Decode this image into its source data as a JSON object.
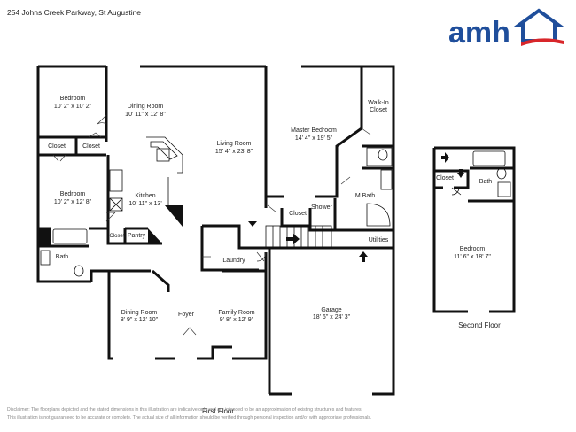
{
  "header": {
    "address": "254 Johns Creek Parkway, St Augustine"
  },
  "logo": {
    "text": "amh",
    "color": "#1f4e9b",
    "accent": "#d8262a"
  },
  "floors": [
    {
      "title": "First Floor"
    },
    {
      "title": "Second Floor"
    }
  ],
  "rooms": {
    "bedroom1": {
      "name": "Bedroom",
      "dims": "10' 2\" x 10' 2\""
    },
    "dining_top": {
      "name": "Dining Room",
      "dims": "10' 11\" x 12' 8\""
    },
    "living": {
      "name": "Living Room",
      "dims": "15' 4\" x 23' 8\""
    },
    "master": {
      "name": "Master Bedroom",
      "dims": "14' 4\" x 19' 5\""
    },
    "walkin": {
      "name": "Walk-In",
      "name2": "Closet"
    },
    "closet_a": {
      "name": "Closet"
    },
    "closet_b": {
      "name": "Closet"
    },
    "bedroom2": {
      "name": "Bedroom",
      "dims": "10' 2\" x 12' 8\""
    },
    "kitchen": {
      "name": "Kitchen",
      "dims": "10' 11\" x 13'"
    },
    "mbath": {
      "name": "M.Bath"
    },
    "closet_m": {
      "name": "Closet"
    },
    "shower": {
      "name": "Shower"
    },
    "closet_small": {
      "name": "Closet"
    },
    "pantry": {
      "name": "Pantry"
    },
    "utilities": {
      "name": "Utilities"
    },
    "bath1": {
      "name": "Bath"
    },
    "laundry": {
      "name": "Laundry"
    },
    "dining_bottom": {
      "name": "Dining Room",
      "dims": "8' 9\" x 12' 10\""
    },
    "foyer": {
      "name": "Foyer"
    },
    "family": {
      "name": "Family Room",
      "dims": "9' 8\" x 12' 9\""
    },
    "garage": {
      "name": "Garage",
      "dims": "18' 6\" x 24' 3\""
    },
    "bedroom_up": {
      "name": "Bedroom",
      "dims": "11' 6\" x 18' 7\""
    },
    "bath_up": {
      "name": "Bath"
    },
    "closet_up": {
      "name": "Closet"
    }
  },
  "disclaimer": {
    "line1": "Disclaimer: The floorplans depicted and the stated dimensions in this illustration are indicative only and are intended to be an approximation of existing structures and features.",
    "line2": "This illustration is not guaranteed to be accurate or complete. The actual size of all information should be verified through personal inspection and/or with appropriate professionals."
  }
}
